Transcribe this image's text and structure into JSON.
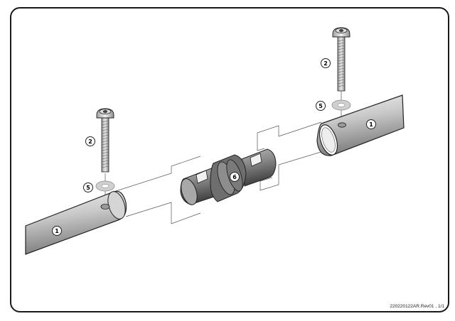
{
  "document": {
    "reference": "220220122AR.Rev01 , 1/1"
  },
  "callouts": {
    "tube_left": "1",
    "tube_right": "1",
    "bolt_left": "2",
    "bolt_right": "2",
    "washer_left": "5",
    "washer_right": "5",
    "connector": "6"
  },
  "colors": {
    "frame": "#1a1a1a",
    "tube_light": "#e6e6e6",
    "tube_mid": "#b8b8b8",
    "tube_dark": "#6f6f6f",
    "connector_dark": "#4a4a4a",
    "connector_mid": "#8a8a8a",
    "washer": "#d0d0d0",
    "assembly_line": "#555555"
  }
}
